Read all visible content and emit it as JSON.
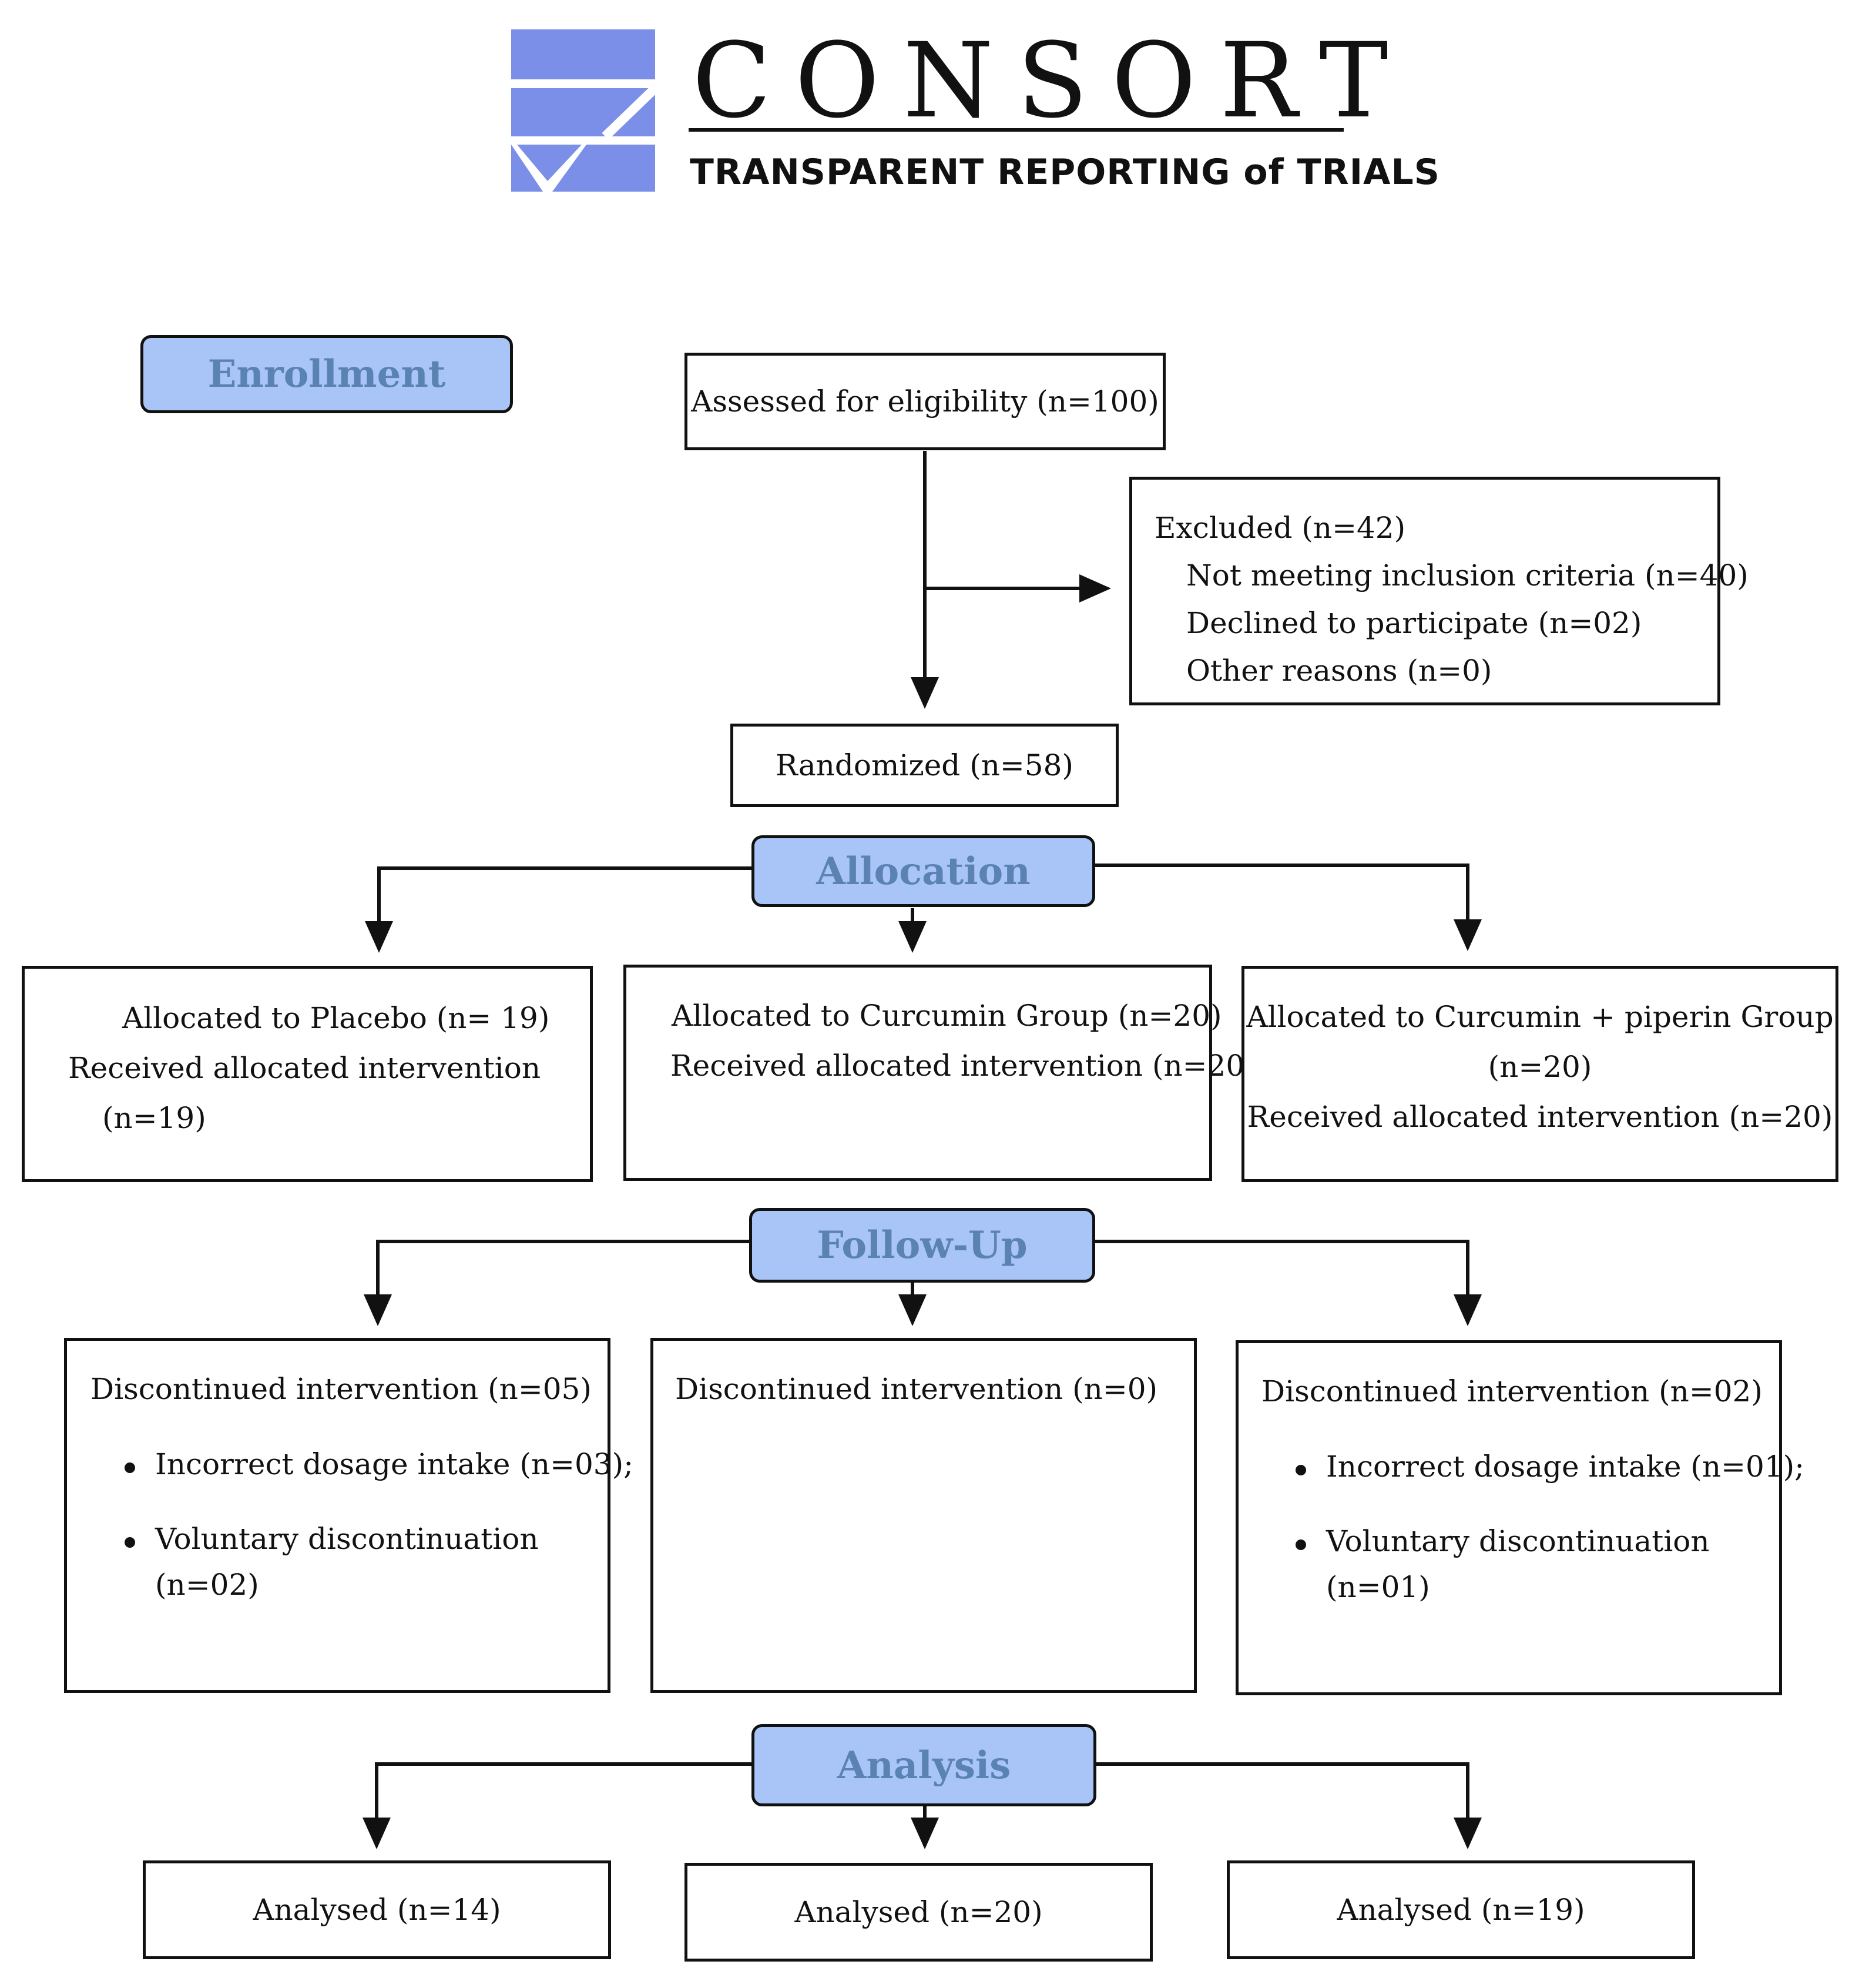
{
  "logo": {
    "word": "CONSORT",
    "tagline": "TRANSPARENT REPORTING of TRIALS",
    "color": "#7b8fe8"
  },
  "stages": {
    "enrollment": "Enrollment",
    "allocation": "Allocation",
    "follow_up": "Follow-Up",
    "analysis": "Analysis"
  },
  "enrollment": {
    "assessed": "Assessed for eligibility (n=100)",
    "excluded": {
      "title": "Excluded (n=42)",
      "reasons": [
        "Not meeting inclusion criteria (n=40)",
        "Declined to participate (n=02)",
        "Other reasons (n=0)"
      ]
    },
    "randomized": "Randomized (n=58)"
  },
  "allocation": {
    "placebo": {
      "line1": "Allocated to Placebo (n= 19)",
      "line2": "Received allocated intervention",
      "line3": "(n=19)"
    },
    "curcumin": {
      "line1": "Allocated to Curcumin Group (n=20)",
      "line2": "Received allocated intervention (n=20)"
    },
    "curcumin_piperin": {
      "line1": "Allocated to Curcumin + piperin Group",
      "line2": "(n=20)",
      "line3": "Received allocated intervention (n=20)"
    }
  },
  "follow_up": {
    "placebo": {
      "title": "Discontinued intervention (n=05)",
      "bullet1": "Incorrect dosage intake (n=03);",
      "bullet2": "Voluntary discontinuation",
      "bullet2_cont": "(n=02)"
    },
    "curcumin": {
      "title": "Discontinued intervention (n=0)"
    },
    "curcumin_piperin": {
      "title": "Discontinued intervention (n=02)",
      "bullet1": "Incorrect dosage intake (n=01);",
      "bullet2": "Voluntary discontinuation",
      "bullet2_cont": "(n=01)"
    }
  },
  "analysis": {
    "placebo": "Analysed (n=14)",
    "curcumin": "Analysed (n=20)",
    "curcumin_piperin": "Analysed (n=19)"
  },
  "colors": {
    "stage_fill": "#a9c4f7",
    "stage_text": "#5a82b3",
    "line": "#111111"
  }
}
